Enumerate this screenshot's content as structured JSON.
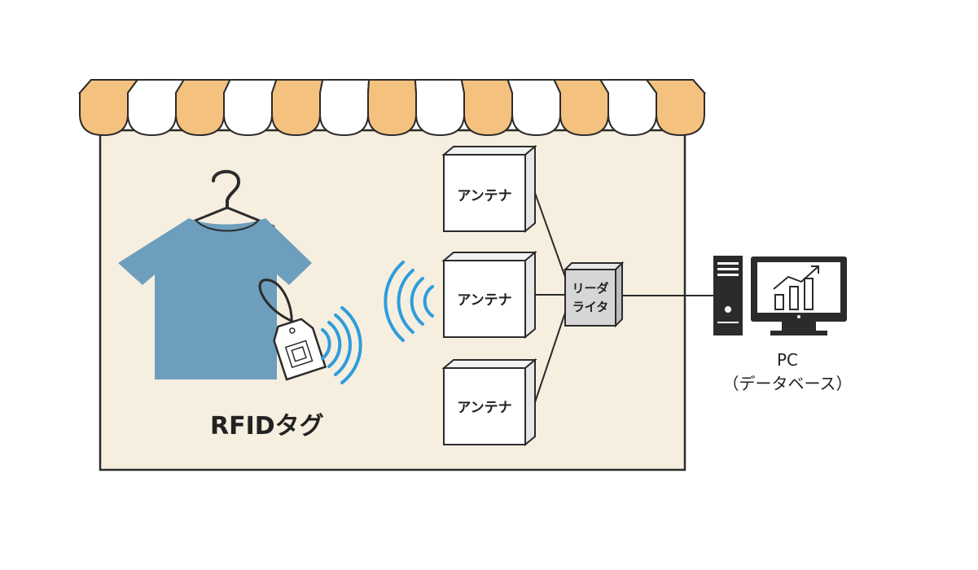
{
  "labels": {
    "antenna": "アンテナ",
    "reader_writer_line1": "リーダ",
    "reader_writer_line2": "ライタ",
    "rfid_tag": "RFIDタグ",
    "pc_line1": "PC",
    "pc_line2": "（データベース）"
  },
  "icons": {
    "hanger": "hanger-icon",
    "tshirt": "tshirt-icon",
    "tag": "rfid-tag-icon",
    "waves": "radio-waves-icon",
    "pc": "pc-tower-icon",
    "monitor": "monitor-chart-icon"
  },
  "colors": {
    "awning_orange": "#f4c17f",
    "awning_white": "#ffffff",
    "store_bg": "#f6efe0",
    "tshirt": "#6d9ebd",
    "waves": "#2e9ddc",
    "box": "#ffffff",
    "box_side": "#e6e6e6",
    "reader": "#d6d6d6",
    "outline": "#2b2b2b"
  }
}
